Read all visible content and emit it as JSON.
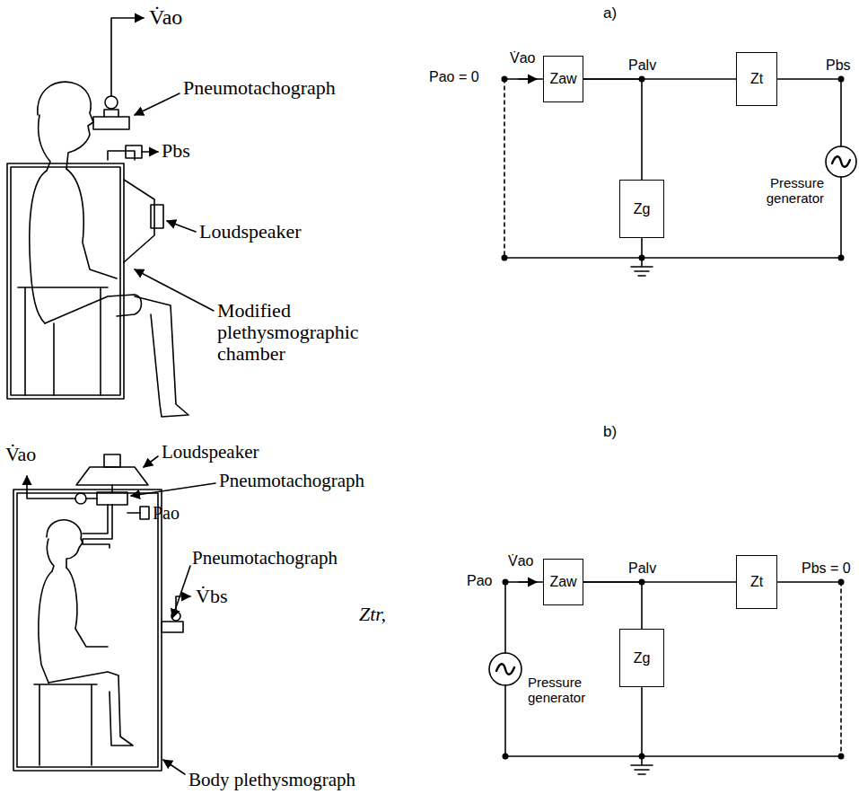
{
  "diagram": {
    "nodes": [
      {
        "text": [
          "Zaw"
        ]
      },
      {
        "text": [
          "Zt"
        ]
      },
      {
        "text": [
          "Zg"
        ]
      },
      {
        "text": [
          "Zaw"
        ]
      },
      {
        "text": [
          "Zt"
        ]
      },
      {
        "text": [
          "Zg"
        ]
      }
    ],
    "edges": [
      {
        "from": 0,
        "to": 1,
        "arrow": "none"
      },
      {
        "from": 0,
        "to": 2,
        "arrow": "none"
      },
      {
        "from": 3,
        "to": 4,
        "arrow": "none"
      },
      {
        "from": 3,
        "to": 5,
        "arrow": "none"
      }
    ],
    "labels": [
      "a)",
      "V̇ao",
      "Pneumotachograph",
      "Pbs",
      "Loudspeaker",
      "Modified plethysmographic chamber",
      "Pao = 0",
      "V̇ao",
      "Palv",
      "Pbs",
      "Pressure generator",
      "b)",
      "V̇ao",
      "Loudspeaker",
      "Pneumotachograph",
      "Pao",
      "Pneumotachograph",
      "V̇bs",
      "Body plethysmograph",
      "Ztr,",
      "Pao",
      "V̇ao",
      "Palv",
      "Pbs = 0",
      "Pressure generator"
    ]
  }
}
